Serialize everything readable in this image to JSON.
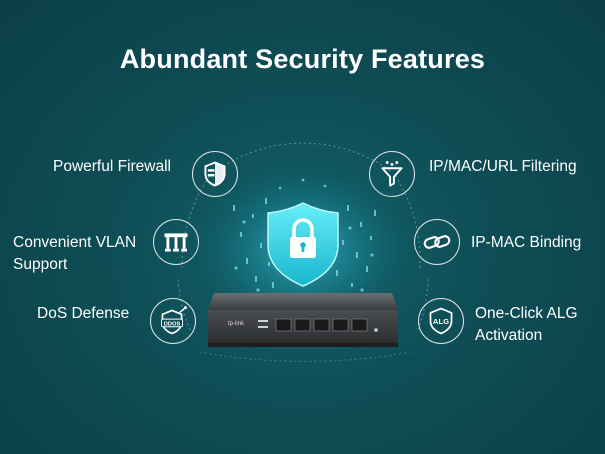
{
  "title": "Abundant Security Features",
  "features": {
    "firewall": "Powerful Firewall",
    "vlan_line1": "Convenient VLAN",
    "vlan_line2": "Support",
    "dos": "DoS Defense",
    "filtering": "IP/MAC/URL Filtering",
    "binding": "IP-MAC Binding",
    "alg_line1": "One-Click ALG",
    "alg_line2": "Activation"
  },
  "icon_text": {
    "dos_badge": "DDOS",
    "alg_badge": "ALG"
  },
  "device": {
    "brand": "tp-link"
  },
  "icons": [
    "shield-icon",
    "vlan-icon",
    "ddos-shield-icon",
    "filter-funnel-icon",
    "chain-link-icon",
    "alg-shield-icon",
    "padlock-shield-icon"
  ],
  "colors": {
    "background": "#0d4a52",
    "accent": "#2fd3e6",
    "text": "#ffffff"
  }
}
